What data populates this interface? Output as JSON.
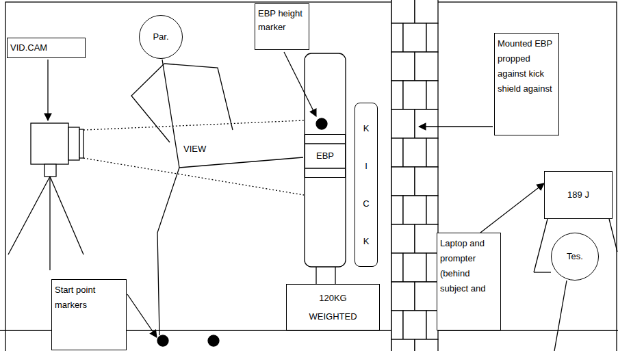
{
  "diagram": {
    "nodes": [
      {
        "text": [
          "VID.CAM"
        ]
      },
      {
        "text": [
          "Par."
        ]
      },
      {
        "text": [
          "EBP height marker"
        ]
      },
      {
        "text": [
          "Mounted EBP propped against kick shield against"
        ]
      },
      {
        "text": [
          "EBP"
        ]
      },
      {
        "text": [
          "K I C K"
        ]
      },
      {
        "text": [
          "120KG WEIGHTED"
        ]
      },
      {
        "text": [
          "Start point markers"
        ]
      },
      {
        "text": [
          "Laptop and prompter (behind subject and"
        ]
      },
      {
        "text": [
          "189 J"
        ]
      },
      {
        "text": [
          "Tes."
        ]
      }
    ],
    "edges": [
      {
        "from": 8,
        "to": 9,
        "arrow": "to"
      }
    ],
    "labels": [
      "VIEW"
    ]
  }
}
